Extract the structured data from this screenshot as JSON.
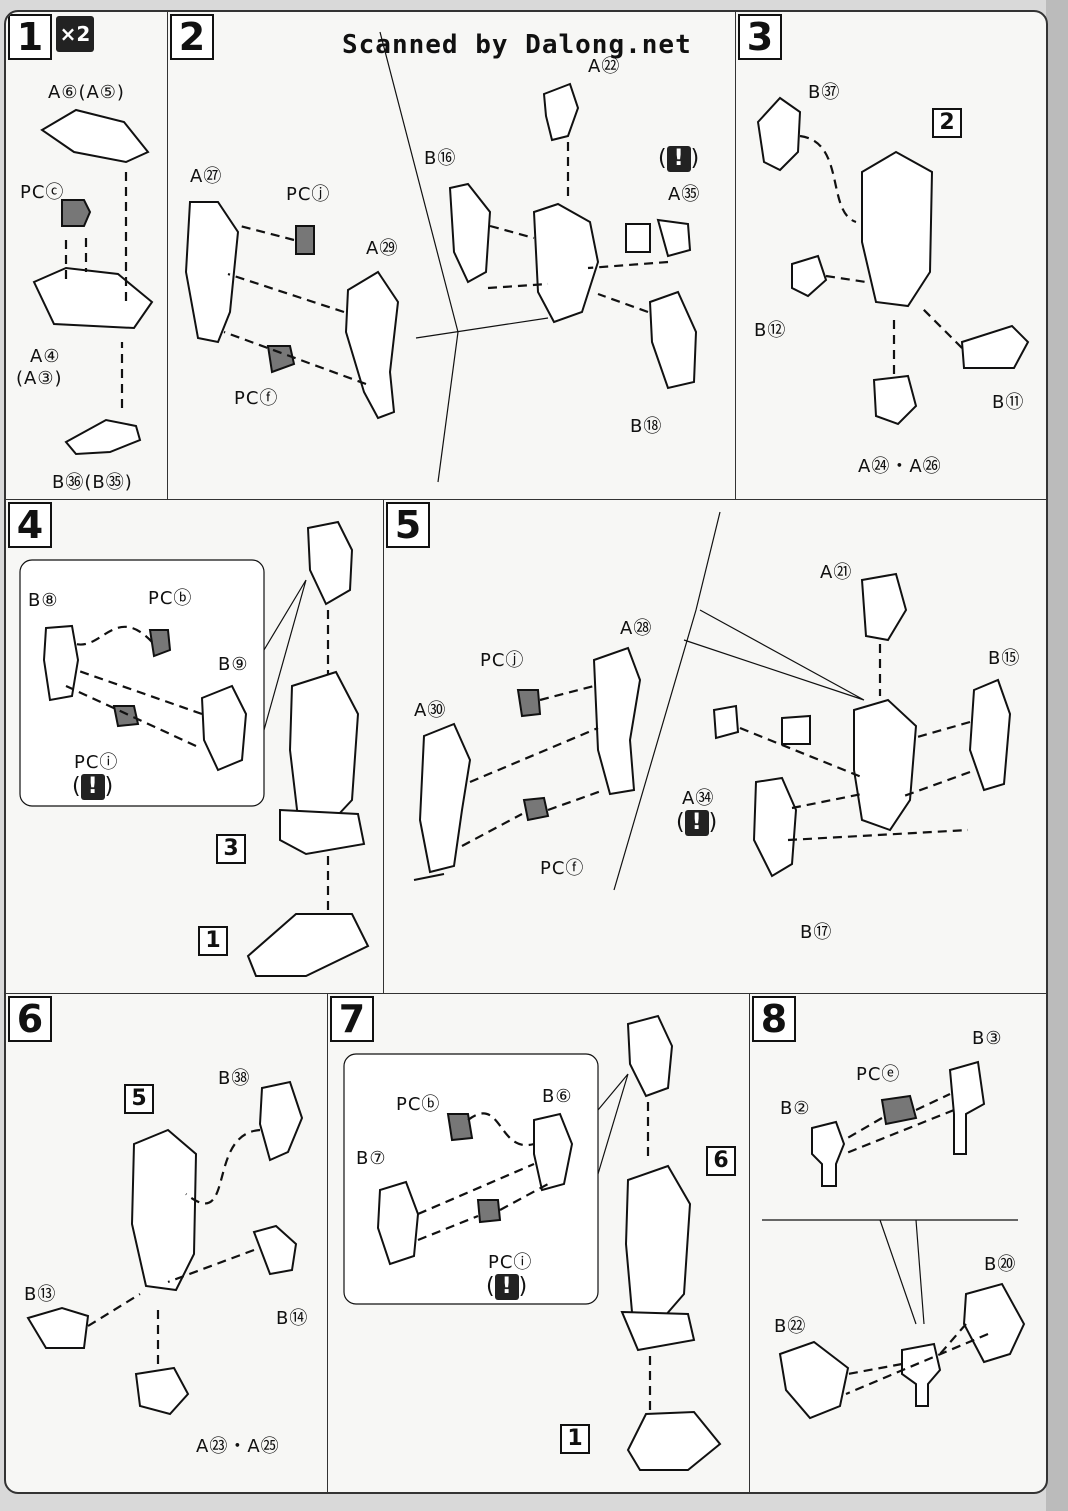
{
  "credit": "Scanned by Dalong.net",
  "steps": {
    "s1": {
      "num": "1",
      "multiplier": "×2",
      "labels": [
        "A⑥(A⑤)",
        "PCⓒ",
        "A④",
        "(A③)",
        "B㊱(B㉟)"
      ]
    },
    "s2": {
      "num": "2",
      "labels": [
        "A㉗",
        "PCⓙ",
        "A㉙",
        "PCⓕ"
      ]
    },
    "s2b": {
      "labels": [
        "A㉒",
        "B⑯",
        "A㉟",
        "B⑱"
      ],
      "warn": "!"
    },
    "s3": {
      "num": "3",
      "ref": "2",
      "labels": [
        "B㊲",
        "B⑫",
        "B⑪",
        "A㉔・A㉖"
      ]
    },
    "s4": {
      "num": "4",
      "labels": [
        "B⑧",
        "PCⓑ",
        "B⑨",
        "PCⓘ"
      ],
      "warn": "!",
      "ref_a": "3",
      "ref_b": "1"
    },
    "s5": {
      "num": "5",
      "labels": [
        "PCⓙ",
        "A㉘",
        "A㉚",
        "PCⓕ",
        "A㉑",
        "B⑮",
        "A㉞",
        "B⑰"
      ],
      "warn": "!"
    },
    "s6": {
      "num": "6",
      "ref": "5",
      "labels": [
        "B㊳",
        "B⑬",
        "B⑭",
        "A㉓・A㉕"
      ]
    },
    "s7": {
      "num": "7",
      "labels": [
        "PCⓑ",
        "B⑥",
        "B⑦",
        "PCⓘ"
      ],
      "warn": "!",
      "ref_a": "6",
      "ref_b": "1"
    },
    "s8": {
      "num": "8",
      "labels": [
        "B③",
        "PCⓔ",
        "B②",
        "B⑳",
        "B㉒"
      ]
    }
  }
}
